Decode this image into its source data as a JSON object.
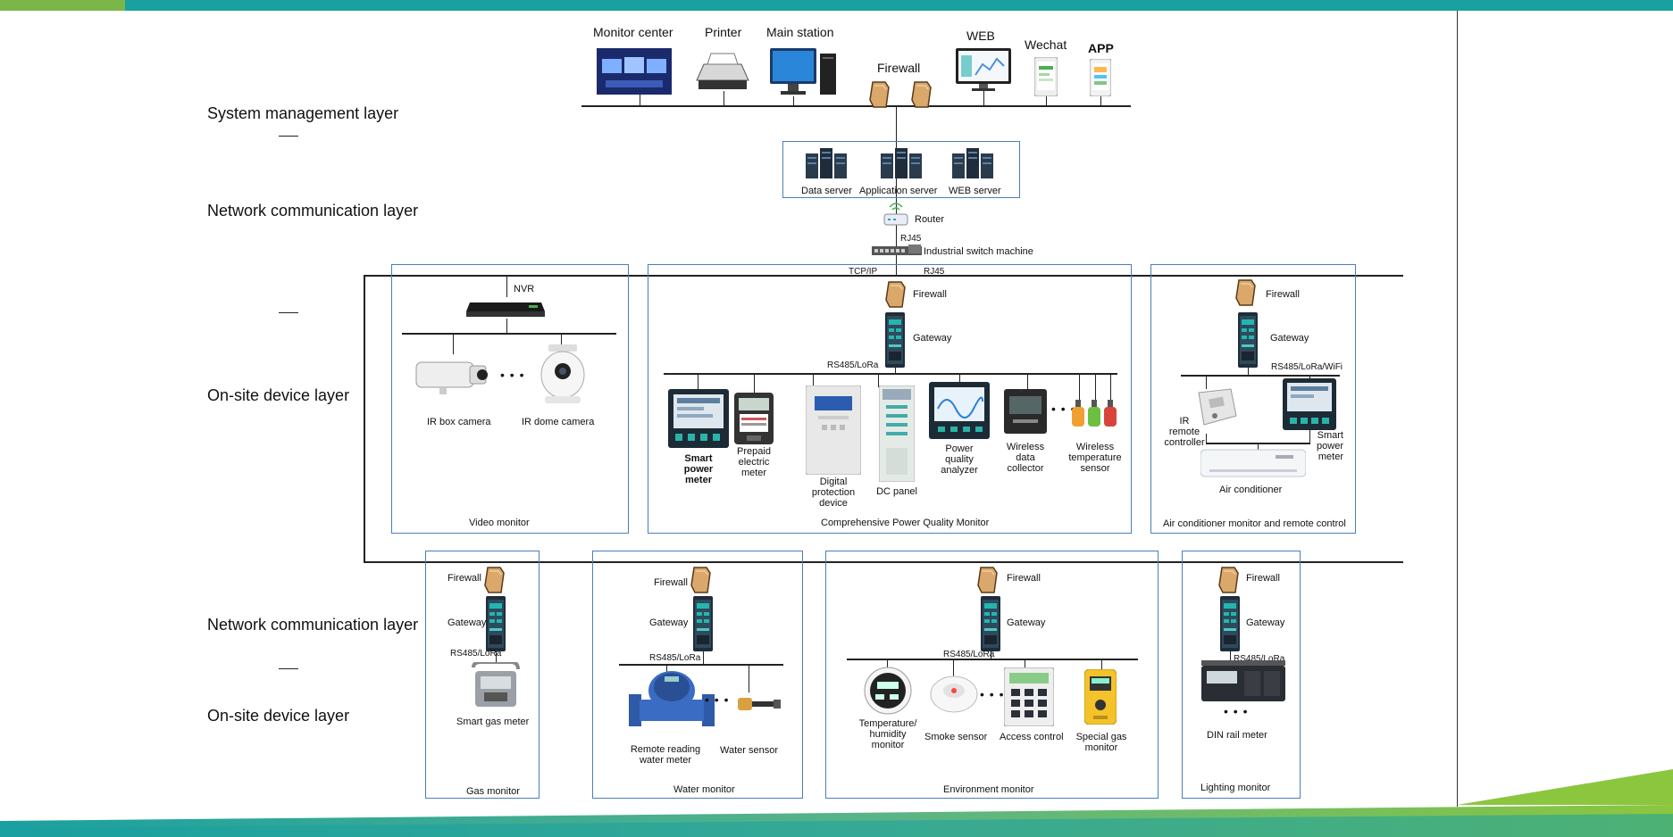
{
  "layers": {
    "system_management": "System management layer",
    "network_1": "Network communication layer",
    "onsite_1": "On-site device layer",
    "network_2": "Network communication layer",
    "onsite_2": "On-site device layer"
  },
  "top": {
    "monitor_center": "Monitor center",
    "printer": "Printer",
    "main_station": "Main station",
    "firewall": "Firewall",
    "web": "WEB",
    "wechat": "Wechat",
    "app": "APP"
  },
  "servers": {
    "data": "Data server",
    "application": "Application server",
    "web": "WEB server"
  },
  "net": {
    "router": "Router",
    "rj45_top": "RJ45",
    "switch": "Industrial switch machine",
    "tcpip": "TCP/IP",
    "rj45_bus": "RJ45"
  },
  "video": {
    "nvr": "NVR",
    "ellipsis": "• • •",
    "ir_box": "IR box camera",
    "ir_dome": "IR dome camera",
    "title": "Video monitor"
  },
  "power": {
    "firewall": "Firewall",
    "gateway": "Gateway",
    "bus": "RS485/LoRa",
    "smart_meter": "Smart\npower\nmeter",
    "prepaid": "Prepaid\nelectric\nmeter",
    "digital": "Digital\nprotection\ndevice",
    "dc_panel": "DC panel",
    "pq_analyzer": "Power\nquality\nanalyzer",
    "wireless_collector": "Wireless\ndata\ncollector",
    "ellipsis": "• • •",
    "wireless_temp": "Wireless\ntemperature\nsensor",
    "title": "Comprehensive Power Quality Monitor"
  },
  "ac": {
    "firewall": "Firewall",
    "gateway": "Gateway",
    "bus": "RS485/LoRa/WiFi",
    "ir_remote": "IR\nremote\ncontroller",
    "smart_meter": "Smart\npower\nmeter",
    "air_conditioner": "Air conditioner",
    "title": "Air conditioner monitor and remote control"
  },
  "gas": {
    "firewall": "Firewall",
    "gateway": "Gateway",
    "bus": "RS485/LoRa",
    "meter": "Smart gas meter",
    "title": "Gas monitor"
  },
  "water": {
    "firewall": "Firewall",
    "gateway": "Gateway",
    "bus": "RS485/LoRa",
    "meter": "Remote reading\nwater meter",
    "ellipsis": "• • •",
    "sensor": "Water sensor",
    "title": "Water monitor"
  },
  "env": {
    "firewall": "Firewall",
    "gateway": "Gateway",
    "bus": "RS485/LoRa",
    "temp": "Temperature/\nhumidity\nmonitor",
    "smoke": "Smoke sensor",
    "ellipsis": "• • •",
    "access": "Access control",
    "gas": "Special gas\nmonitor",
    "title": "Environment monitor"
  },
  "lighting": {
    "firewall": "Firewall",
    "gateway": "Gateway",
    "bus": "RS485/LoRa",
    "ellipsis": "• • •",
    "din": "DIN rail meter",
    "title": "Lighting monitor"
  },
  "colors": {
    "green": "#7ab648",
    "teal": "#1aa0a0",
    "box_border": "#4a7fb5",
    "firewall": "#d9a86a"
  }
}
